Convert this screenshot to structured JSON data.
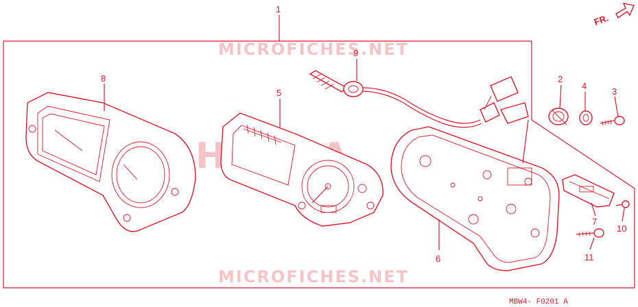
{
  "diagram": {
    "code": "MBW4- F0201 A",
    "direction": "FR.",
    "watermark_top": "MICROFICHES.NET",
    "watermark_center": "HONDA",
    "watermark_bottom": "MICROFICHES.NET",
    "colors": {
      "line": "#d81a2a",
      "watermark": "#f4c4c8",
      "background": "#ffffff"
    },
    "callouts": [
      {
        "id": "1",
        "label": "1"
      },
      {
        "id": "2",
        "label": "2"
      },
      {
        "id": "3",
        "label": "3"
      },
      {
        "id": "4",
        "label": "4"
      },
      {
        "id": "5",
        "label": "5"
      },
      {
        "id": "6",
        "label": "6"
      },
      {
        "id": "7",
        "label": "7"
      },
      {
        "id": "8",
        "label": "8"
      },
      {
        "id": "9",
        "label": "9"
      },
      {
        "id": "10",
        "label": "10"
      },
      {
        "id": "11",
        "label": "11"
      }
    ]
  }
}
